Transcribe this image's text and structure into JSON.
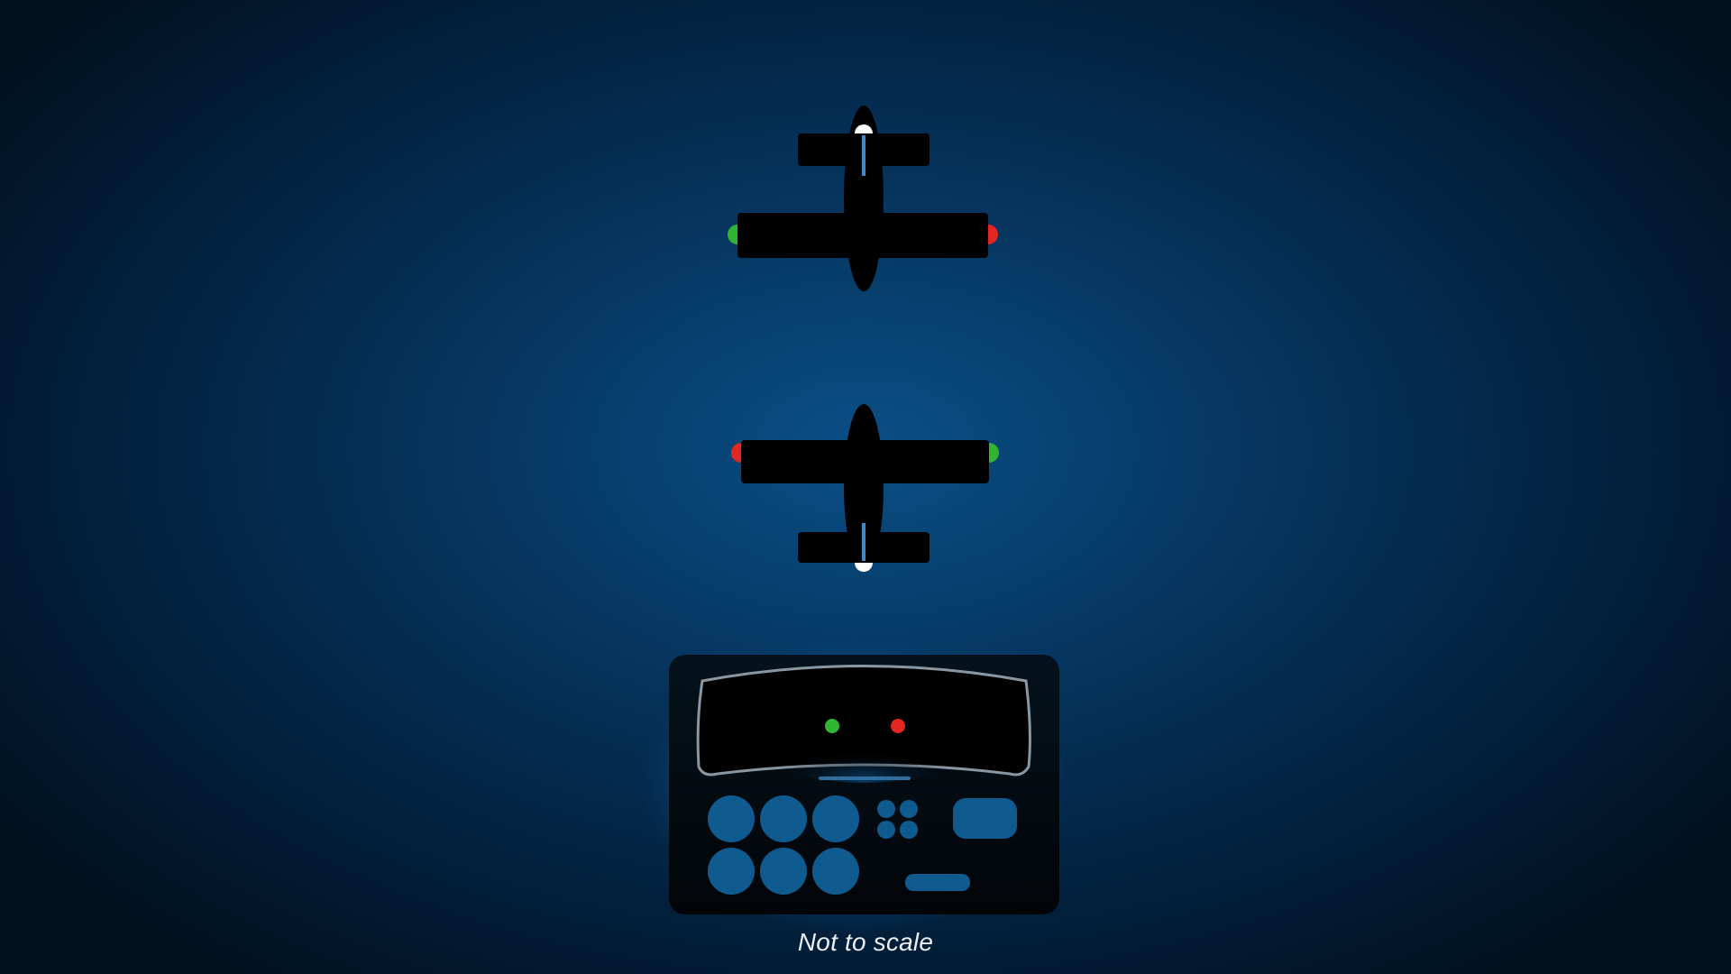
{
  "diagram": {
    "caption": "Not to scale",
    "aircraft": [
      {
        "id": "aircraft-heading-away",
        "wingtip_left_light": "green",
        "wingtip_right_light": "red",
        "tail_light": "white"
      },
      {
        "id": "aircraft-heading-toward",
        "wingtip_left_light": "red",
        "wingtip_right_light": "green",
        "tail_light": "white"
      }
    ],
    "cockpit_view": {
      "visible_lights": [
        "green",
        "red"
      ]
    }
  },
  "colors": {
    "green_light": "#2fb52f",
    "red_light": "#e3261f",
    "white_light": "#ffffff",
    "aircraft_silhouette": "#000000",
    "panel_blue": "#0f5a8f"
  }
}
